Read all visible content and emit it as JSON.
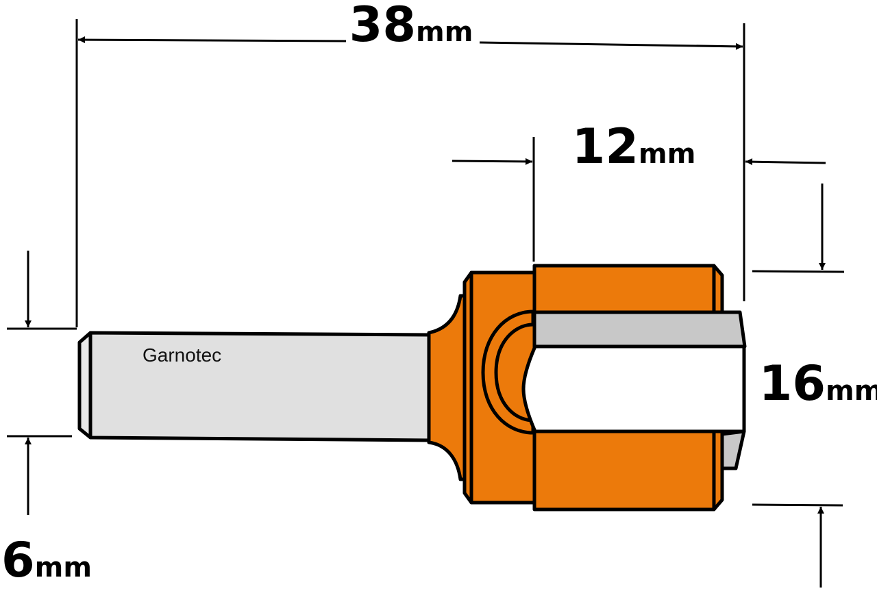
{
  "brand": "Garnotec",
  "dimensions": {
    "overall_length": {
      "value": "38",
      "unit": "mm"
    },
    "cutting_length": {
      "value": "12",
      "unit": "mm"
    },
    "cutting_diameter": {
      "value": "16",
      "unit": "mm"
    },
    "shank_diameter": {
      "value": "6",
      "unit": "mm"
    }
  },
  "colors": {
    "body_orange": "#ec7a0b",
    "shank_gray": "#e0e0e0",
    "blade_gray": "#c8c8c8"
  }
}
